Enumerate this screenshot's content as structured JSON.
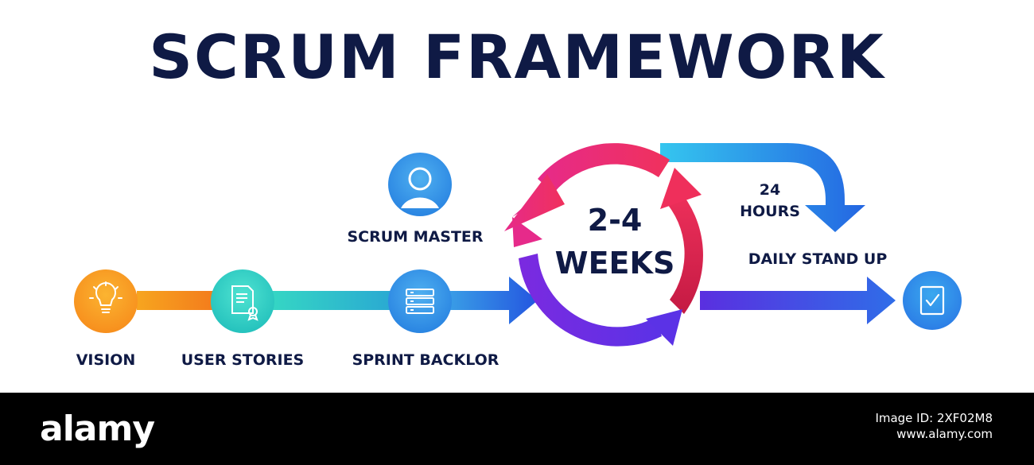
{
  "title": "SCRUM FRAMEWORK",
  "nodes": {
    "vision": "VISION",
    "user_stories": "USER STORIES",
    "sprint_backlog": "SPRINT BACKLOR",
    "scrum_master": "SCRUM MASTER",
    "daily_stand_up": "DAILY STAND UP"
  },
  "cycle": {
    "line1": "2-4",
    "line2": "WEEKS"
  },
  "daily": {
    "line1": "24",
    "line2": "HOURS"
  },
  "icons": {
    "vision": "lightbulb-icon",
    "user_stories": "certificate-document-icon",
    "sprint_backlog": "server-stack-icon",
    "scrum_master": "user-avatar-icon",
    "done": "checklist-icon"
  },
  "colors": {
    "title": "#0f1a45",
    "vision": "#f9a21f",
    "teal": "#2bd1c2",
    "blue": "#2f8fe8",
    "pink": "#ec2a6e",
    "purple": "#6a2ee0"
  },
  "footer": {
    "logo": "alamy",
    "image_id": "Image ID: 2XF02M8",
    "site": "www.alamy.com"
  }
}
